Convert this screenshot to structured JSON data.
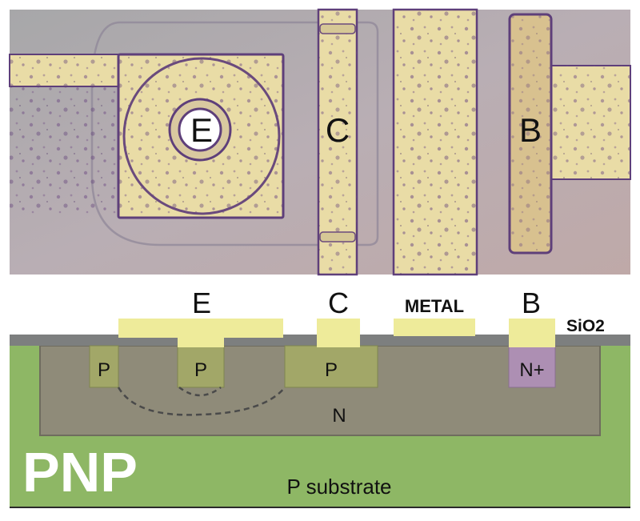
{
  "photo": {
    "labels": {
      "emitter": "E",
      "collector": "C",
      "base": "B"
    }
  },
  "cross_section": {
    "terminal_labels": {
      "emitter": "E",
      "collector": "C",
      "metal": "METAL",
      "base": "B",
      "oxide": "SiO2"
    },
    "region_labels": {
      "p_left": "P",
      "p_emitter": "P",
      "p_collector": "P",
      "n_plus": "N+",
      "n_well": "N",
      "substrate": "P substrate",
      "device_type": "PNP"
    }
  },
  "colors": {
    "photo_background": "#b9aeb3",
    "metal_photo": "#e9dca6",
    "metal_edge": "#5e3f7a",
    "diagram_metal": "#eeeb9a",
    "oxide": "#7d7f7f",
    "n_well": "#8f8b79",
    "p_region": "#a2a768",
    "n_plus": "#ad8fb3",
    "substrate": "#8eb765",
    "device_type_text": "#ffffff"
  }
}
